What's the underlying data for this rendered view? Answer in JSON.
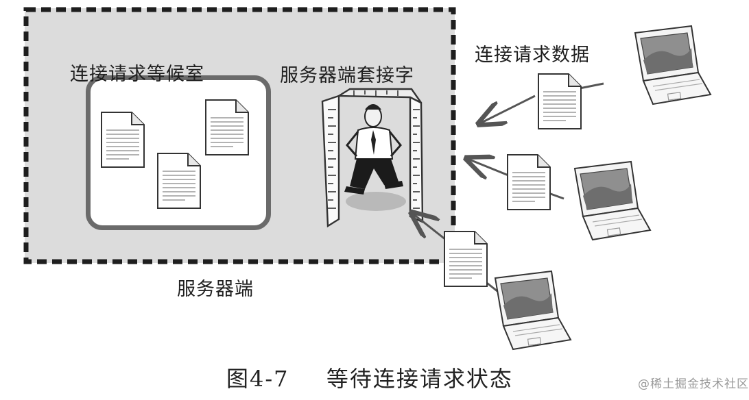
{
  "labels": {
    "waiting_room": "连接请求等候室",
    "server_socket": "服务器端套接字",
    "server": "服务器端",
    "request_data": "连接请求数据"
  },
  "caption": {
    "figure_no": "图4-7",
    "title": "等待连接请求状态"
  },
  "watermark": "@稀土掘金技术社区",
  "colors": {
    "server_bg": "#dcdcdc",
    "dash_border": "#1e1e1e",
    "room_border": "#6b6b6b",
    "arrow": "#555555"
  },
  "icons": [
    "document-icon",
    "laptop-icon",
    "doorway-gauge-icon",
    "person-icon",
    "arrow-icon"
  ]
}
